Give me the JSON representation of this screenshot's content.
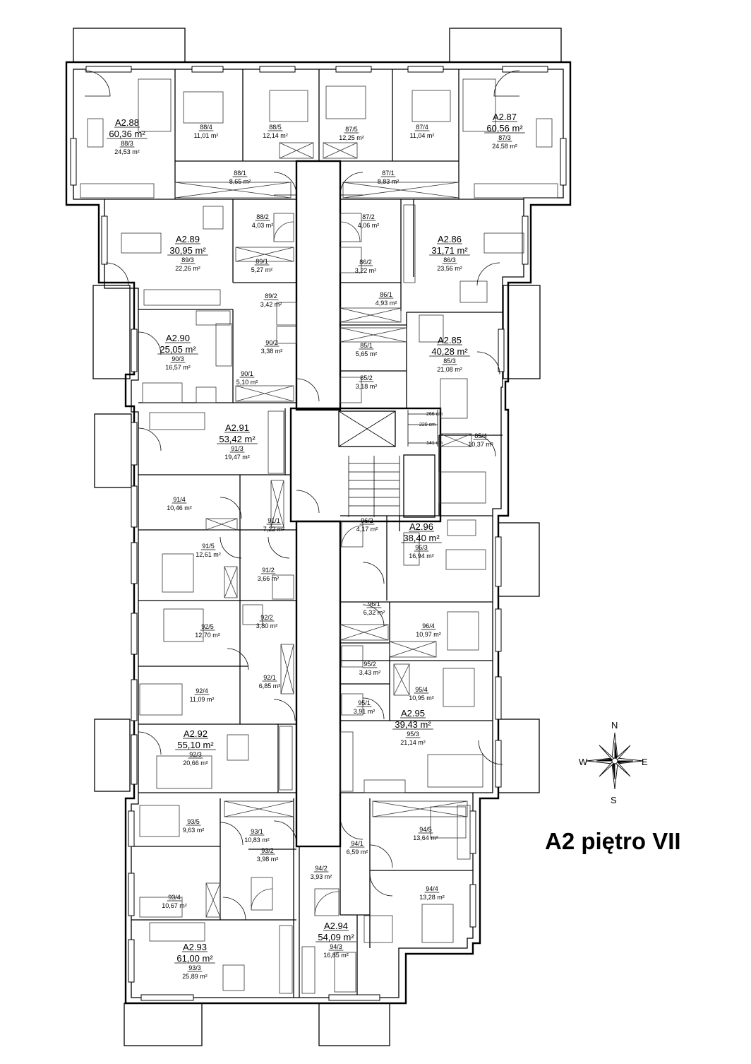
{
  "title": "A2 piętro VII",
  "compass": {
    "n": "N",
    "e": "E",
    "s": "S",
    "w": "W"
  },
  "apartments": [
    {
      "id": "A2.88",
      "area": "60,36 m²",
      "room": "88/3",
      "room_area": "24,53 m²"
    },
    {
      "id": "A2.87",
      "area": "60,56 m²",
      "room": "87/3",
      "room_area": "24,58 m²"
    },
    {
      "id": "A2.89",
      "area": "30,95 m²",
      "room": "89/3",
      "room_area": "22,26 m²"
    },
    {
      "id": "A2.86",
      "area": "31,71 m²",
      "room": "86/3",
      "room_area": "23,56 m²"
    },
    {
      "id": "A2.90",
      "area": "25,05 m²",
      "room": "90/3",
      "room_area": "16,57 m²"
    },
    {
      "id": "A2.85",
      "area": "40,28 m²",
      "room": "85/3",
      "room_area": "21,08 m²"
    },
    {
      "id": "A2.91",
      "area": "53,42 m²",
      "room": "91/3",
      "room_area": "19,47 m²"
    },
    {
      "id": "A2.96",
      "area": "38,40 m²",
      "room": "96/3",
      "room_area": "16,94 m²"
    },
    {
      "id": "A2.92",
      "area": "55,10 m²",
      "room": "92/3",
      "room_area": "20,66 m²"
    },
    {
      "id": "A2.95",
      "area": "39,43 m²",
      "room": "95/3",
      "room_area": "21,14 m²"
    },
    {
      "id": "A2.93",
      "area": "61,00 m²",
      "room": "93/3",
      "room_area": "25,89 m²"
    },
    {
      "id": "A2.94",
      "area": "54,09 m²",
      "room": "94/3",
      "room_area": "16,85 m²"
    }
  ],
  "rooms": [
    {
      "num": "88/4",
      "area": "11,01 m²"
    },
    {
      "num": "88/5",
      "area": "12,14 m²"
    },
    {
      "num": "87/5",
      "area": "12,25 m²"
    },
    {
      "num": "87/4",
      "area": "11,04 m²"
    },
    {
      "num": "88/1",
      "area": "8,65 m²"
    },
    {
      "num": "87/1",
      "area": "8,83 m²"
    },
    {
      "num": "88/2",
      "area": "4,03 m²"
    },
    {
      "num": "87/2",
      "area": "4,06 m²"
    },
    {
      "num": "89/1",
      "area": "5,27 m²"
    },
    {
      "num": "86/2",
      "area": "3,22 m²"
    },
    {
      "num": "89/2",
      "area": "3,42 m²"
    },
    {
      "num": "86/1",
      "area": "4,93 m²"
    },
    {
      "num": "90/2",
      "area": "3,38 m²"
    },
    {
      "num": "85/1",
      "area": "5,65 m²"
    },
    {
      "num": "90/1",
      "area": "5,10 m²"
    },
    {
      "num": "85/2",
      "area": "3,18 m²"
    },
    {
      "num": "85/4",
      "area": "10,37 m²"
    },
    {
      "num": "91/4",
      "area": "10,46 m²"
    },
    {
      "num": "91/1",
      "area": "7,22 m²"
    },
    {
      "num": "96/2",
      "area": "4,17 m²"
    },
    {
      "num": "91/5",
      "area": "12,61 m²"
    },
    {
      "num": "91/2",
      "area": "3,66 m²"
    },
    {
      "num": "96/1",
      "area": "6,32 m²"
    },
    {
      "num": "92/2",
      "area": "3,80 m²"
    },
    {
      "num": "92/5",
      "area": "12,70 m²"
    },
    {
      "num": "96/4",
      "area": "10,97 m²"
    },
    {
      "num": "95/2",
      "area": "3,43 m²"
    },
    {
      "num": "92/1",
      "area": "6,85 m²"
    },
    {
      "num": "92/4",
      "area": "11,09 m²"
    },
    {
      "num": "95/4",
      "area": "10,95 m²"
    },
    {
      "num": "95/1",
      "area": "3,91 m²"
    },
    {
      "num": "93/5",
      "area": "9,63 m²"
    },
    {
      "num": "93/1",
      "area": "10,83 m²"
    },
    {
      "num": "94/5",
      "area": "13,64 m²"
    },
    {
      "num": "94/1",
      "area": "6,59 m²"
    },
    {
      "num": "93/2",
      "area": "3,98 m²"
    },
    {
      "num": "94/2",
      "area": "3,93 m²"
    },
    {
      "num": "93/4",
      "area": "10,67 m²"
    },
    {
      "num": "94/4",
      "area": "13,28 m²"
    }
  ],
  "dims": [
    "266 cm",
    "220 cm",
    "141 cm"
  ]
}
